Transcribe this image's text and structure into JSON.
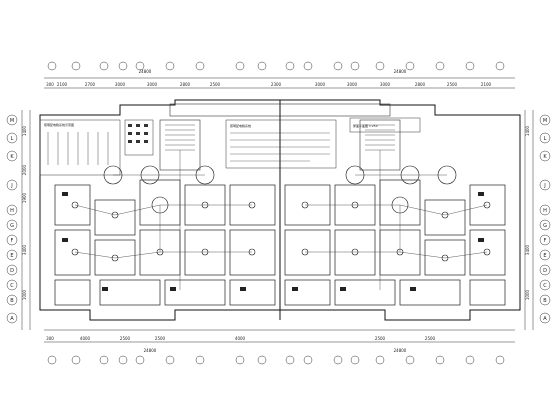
{
  "dimensions": {
    "overall_top": "24800",
    "overall_bottom": "24800",
    "left_start": "300",
    "top_left": [
      "2100",
      "2700",
      "3000",
      "3000",
      "2800",
      "2500"
    ],
    "top_right": [
      "3000",
      "3000",
      "3000",
      "2800",
      "2500",
      "2100"
    ],
    "bottom_left": [
      "4000",
      "2500",
      "2500"
    ],
    "bottom_right": [
      "4000",
      "2500",
      "2500"
    ],
    "left_side": [
      "1400",
      "2000",
      "1900",
      "3400",
      "1000"
    ],
    "right_side": [
      "1400",
      "3400",
      "1000"
    ],
    "top_center": "2300"
  },
  "axes": {
    "left": [
      "M",
      "L",
      "K",
      "J",
      "H",
      "G",
      "F",
      "E",
      "D",
      "C",
      "B",
      "A"
    ],
    "right": [
      "M",
      "L",
      "K",
      "J",
      "H",
      "G",
      "F",
      "E",
      "D",
      "C",
      "B",
      "A"
    ]
  },
  "notes": {
    "legend_left": "照明配电箱系统示意图",
    "note_upper": "照明配电箱系统",
    "note_right": "屋面平面图 1:250",
    "stair_note": "走廊照明"
  }
}
